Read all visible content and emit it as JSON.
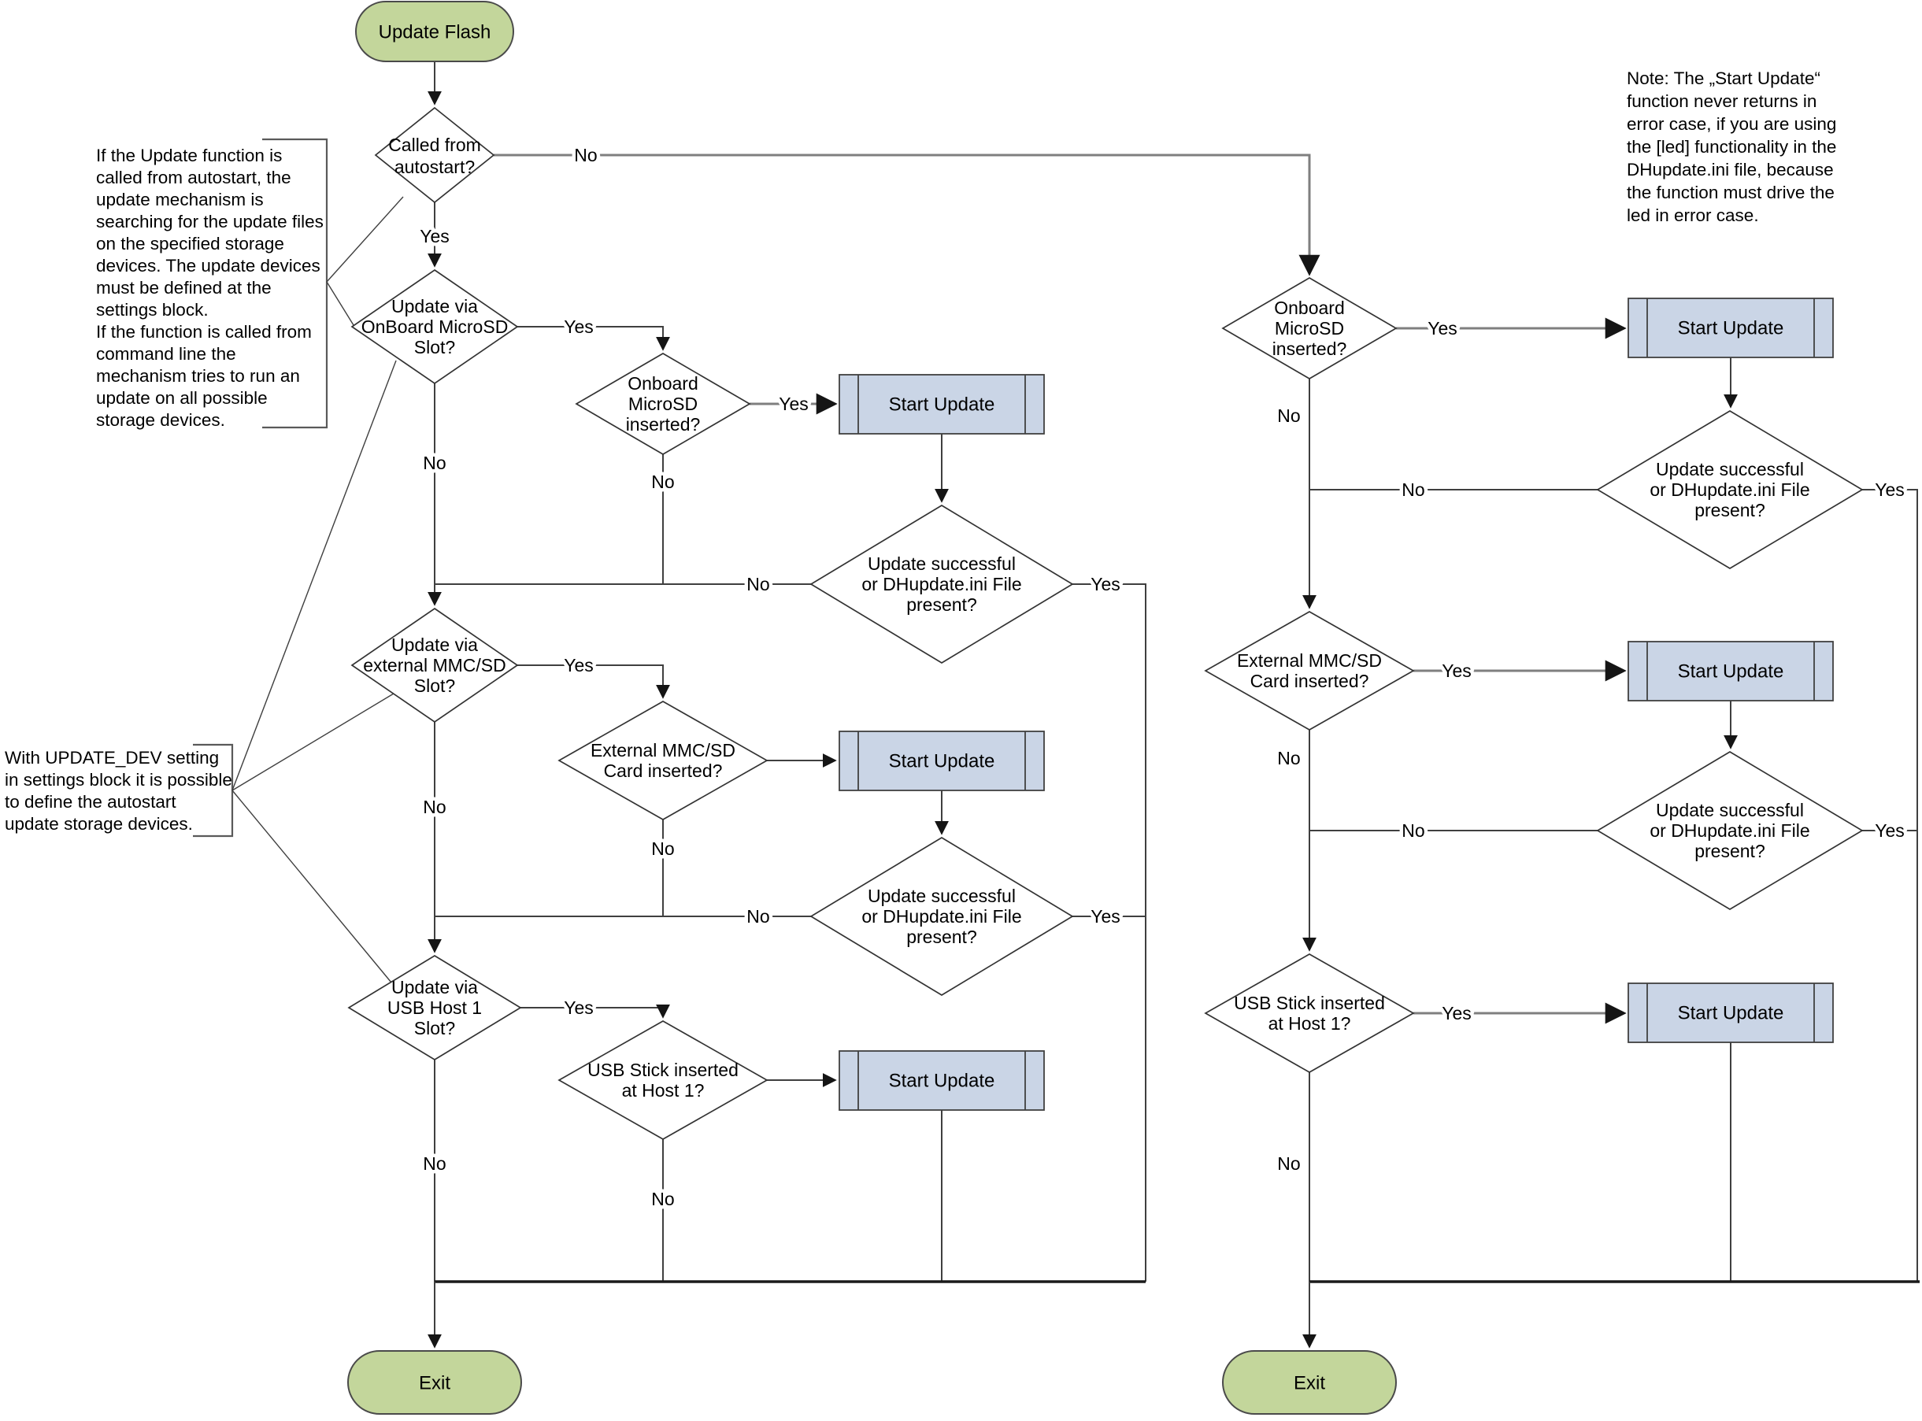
{
  "diagram": {
    "title": "Update Flash flowchart",
    "terminals": {
      "start": "Update Flash",
      "exit": "Exit"
    },
    "process": {
      "start_update": "Start Update"
    },
    "labels": {
      "yes": "Yes",
      "no": "No"
    },
    "decisions": {
      "called_from_autostart": [
        "Called from",
        "autostart?"
      ],
      "update_via_onboard": [
        "Update via",
        "OnBoard MicroSD",
        "Slot?"
      ],
      "onboard_inserted": [
        "Onboard",
        "MicroSD",
        "inserted?"
      ],
      "update_via_external": [
        "Update via",
        "external MMC/SD",
        "Slot?"
      ],
      "external_inserted": [
        "External MMC/SD",
        "Card inserted?"
      ],
      "update_via_usb": [
        "Update via",
        "USB Host 1",
        "Slot?"
      ],
      "usb_inserted": [
        "USB Stick inserted",
        "at Host 1?"
      ],
      "update_successful": [
        "Update successful",
        "or DHupdate.ini File",
        "present?"
      ]
    },
    "annotations": {
      "autostart_note": [
        "If the Update function is",
        "called from autostart, the",
        "update mechanism is",
        "searching for the update files",
        "on the specified storage",
        "devices. The update devices",
        "must be defined at the",
        "settings block.",
        "If the function is called from",
        "command line the",
        "mechanism tries to run an",
        "update on all possible",
        "storage devices."
      ],
      "update_dev_note": [
        "With UPDATE_DEV setting",
        "in settings block it is possible",
        "to define the autostart",
        "update storage devices."
      ],
      "start_update_note": [
        "Note: The „Start Update“",
        "function never returns in",
        "error case, if you are using",
        "the [led] functionality in the",
        "DHupdate.ini file, because",
        "the function must drive the",
        "led in error case."
      ]
    },
    "colors": {
      "terminal_fill": "#c3d69b",
      "process_fill": "#cad5e6",
      "line": "#3f3f3f",
      "line_gray": "#7f7f7f",
      "text": "#000000"
    }
  }
}
